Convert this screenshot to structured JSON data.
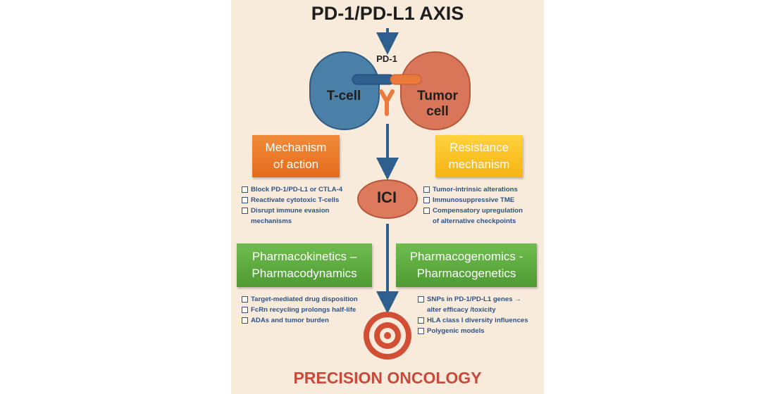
{
  "title": "PD-1/PD-L1 AXIS",
  "receptor_label": "PD-1",
  "t_cell_label": "T-cell",
  "tumor_cell_label": [
    "Tumor",
    "cell"
  ],
  "center_label": "ICI",
  "mechanism_box": [
    "Mechanism",
    "of action"
  ],
  "resistance_box": [
    "Resistance",
    "mechanism"
  ],
  "mechanism_items": [
    "Block PD-1/PD-L1 or CTLA-4",
    "Reactivate cytotoxic T-cells",
    "Disrupt immune evasion",
    "mechanisms"
  ],
  "resistance_items": [
    "Tumor-intrinsic alterations",
    "Immunosuppressive TME",
    "Compensatory upregulation",
    "of alternative checkpoints"
  ],
  "pkpd_box": [
    "Pharmacokinetics –",
    "Pharmacodynamics"
  ],
  "pgx_box": [
    "Pharmacogenomics -",
    "Pharmacogenetics"
  ],
  "pkpd_items": [
    "Target-mediated drug disposition",
    "FcRn recycling prolongs half-life",
    "ADAs and tumor burden"
  ],
  "pgx_items": [
    "SNPs in PD-1/PD-L1 genes →",
    "alter efficacy /toxicity",
    "HLA class I diversity influences",
    "Polygenic models"
  ],
  "footer": "PRECISION ONCOLOGY",
  "colors": {
    "background": "#f8ebdc",
    "t_cell": "#4a7fa8",
    "tumor_cell": "#d97559",
    "arrow": "#2f5f8f",
    "orange_box": "#e97a2b",
    "yellow_box": "#f8c22a",
    "green_box": "#5eab40",
    "target_red": "#d24f35",
    "list_text": "#2d5386",
    "footer_text": "#c84a3a"
  },
  "icons": [
    "antibody-y-icon",
    "target-icon"
  ]
}
